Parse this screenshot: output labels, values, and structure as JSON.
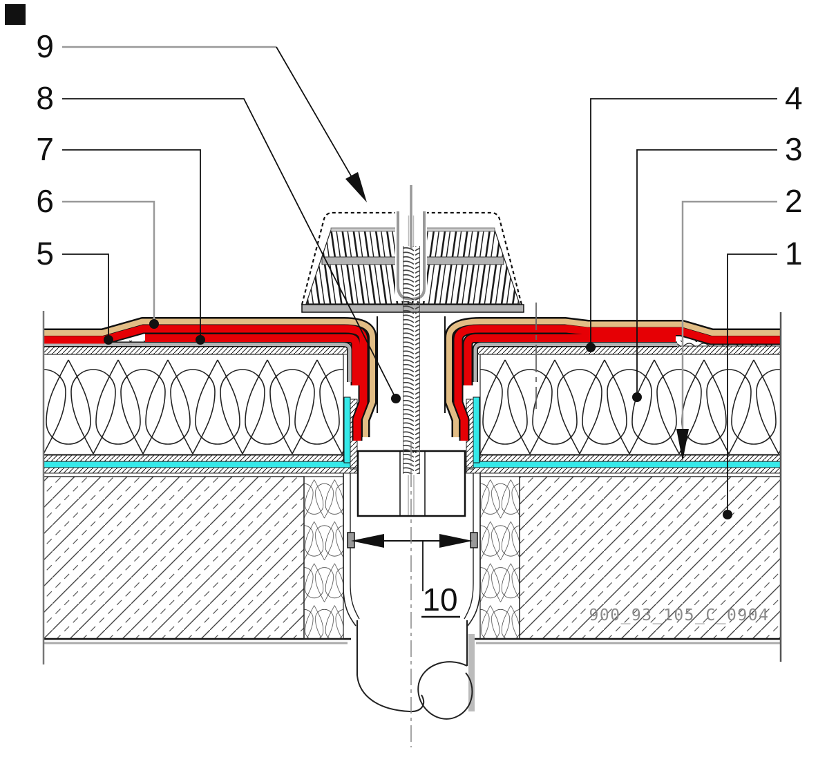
{
  "drawing": {
    "title": "roof-drain-penetration-detail",
    "callouts": {
      "c1": {
        "label": "1"
      },
      "c2": {
        "label": "2"
      },
      "c3": {
        "label": "3"
      },
      "c4": {
        "label": "4"
      },
      "c5": {
        "label": "5"
      },
      "c6": {
        "label": "6"
      },
      "c7": {
        "label": "7"
      },
      "c8": {
        "label": "8"
      },
      "c9": {
        "label": "9"
      },
      "c10": {
        "label": "10"
      }
    },
    "reference_code": "900_93_105_C_0904",
    "colors": {
      "membrane_red": "#e60005",
      "protection_tan": "#e2bd85",
      "vapor_barrier_cyan": "#35e9e9",
      "metal_gray": "#b3b3b3",
      "leader_gray": "#999999",
      "line_black": "#111111",
      "reference_text_gray": "#8a8a8a"
    }
  }
}
